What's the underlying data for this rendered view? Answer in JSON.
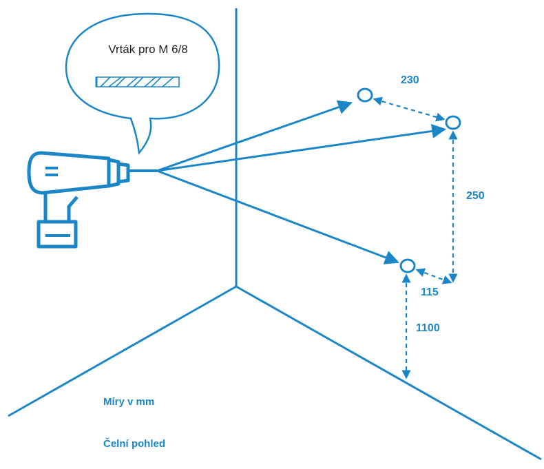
{
  "bubble": {
    "text": "Vrták pro M 6/8",
    "icon": "drill-bit-icon"
  },
  "tool": {
    "icon": "cordless-drill-icon"
  },
  "dimensions": {
    "hole_spacing_top": "230",
    "hole_spacing_vertical": "250",
    "hole_offset_bottom": "115",
    "height_from_floor": "1100"
  },
  "notes": {
    "units": "Míry v mm",
    "view": "Čelní pohled"
  },
  "colors": {
    "accent": "#1a86c8",
    "text": "#222222"
  }
}
